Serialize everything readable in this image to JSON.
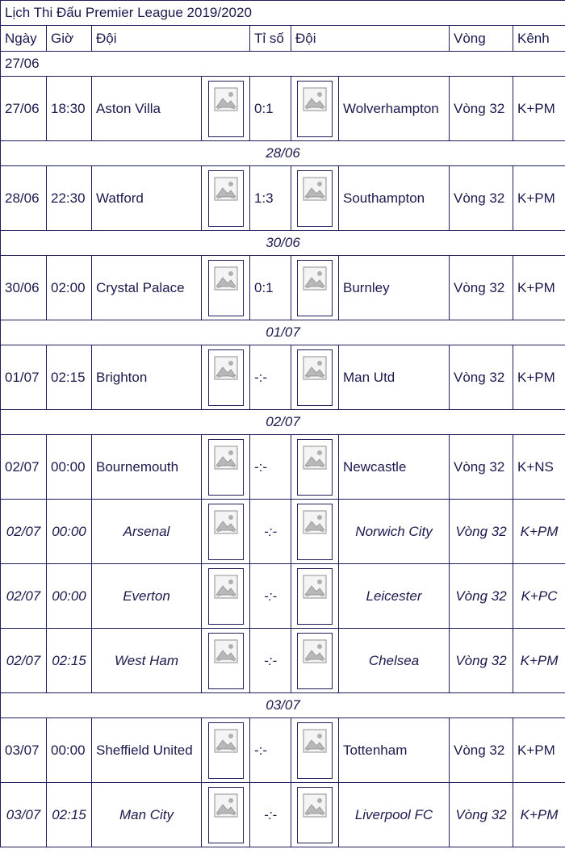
{
  "title": "Lịch Thi Đấu Premier League 2019/2020",
  "headers": {
    "date": "Ngày",
    "time": "Giờ",
    "home": "Đội",
    "score": "Tỉ số",
    "away": "Đội",
    "round": "Vòng",
    "channel": "Kênh"
  },
  "icons": {
    "logo": "image-placeholder-icon"
  },
  "groups": [
    {
      "label": "27/06",
      "matches": [
        {
          "date": "27/06",
          "time": "18:30",
          "home": "Aston Villa",
          "score": "0:1",
          "away": "Wolverhampton",
          "round": "Vòng 32",
          "channel": "K+PM",
          "italic": false
        }
      ]
    },
    {
      "label": "28/06",
      "matches": [
        {
          "date": "28/06",
          "time": "22:30",
          "home": "Watford",
          "score": "1:3",
          "away": "Southampton",
          "round": "Vòng 32",
          "channel": "K+PM",
          "italic": false
        }
      ]
    },
    {
      "label": "30/06",
      "matches": [
        {
          "date": "30/06",
          "time": "02:00",
          "home": "Crystal Palace",
          "score": "0:1",
          "away": "Burnley",
          "round": "Vòng 32",
          "channel": "K+PM",
          "italic": false
        }
      ]
    },
    {
      "label": "01/07",
      "matches": [
        {
          "date": "01/07",
          "time": "02:15",
          "home": "Brighton",
          "score": "-:-",
          "away": "Man Utd",
          "round": "Vòng 32",
          "channel": "K+PM",
          "italic": false
        }
      ]
    },
    {
      "label": "02/07",
      "matches": [
        {
          "date": "02/07",
          "time": "00:00",
          "home": "Bournemouth",
          "score": "-:-",
          "away": "Newcastle",
          "round": "Vòng 32",
          "channel": "K+NS",
          "italic": false
        },
        {
          "date": "02/07",
          "time": "00:00",
          "home": "Arsenal",
          "score": "-:-",
          "away": "Norwich City",
          "round": "Vòng 32",
          "channel": "K+PM",
          "italic": true
        },
        {
          "date": "02/07",
          "time": "00:00",
          "home": "Everton",
          "score": "-:-",
          "away": "Leicester",
          "round": "Vòng 32",
          "channel": "K+PC",
          "italic": true
        },
        {
          "date": "02/07",
          "time": "02:15",
          "home": "West Ham",
          "score": "-:-",
          "away": "Chelsea",
          "round": "Vòng 32",
          "channel": "K+PM",
          "italic": true
        }
      ]
    },
    {
      "label": "03/07",
      "matches": [
        {
          "date": "03/07",
          "time": "00:00",
          "home": "Sheffield United",
          "score": "-:-",
          "away": "Tottenham",
          "round": "Vòng 32",
          "channel": "K+PM",
          "italic": false
        },
        {
          "date": "03/07",
          "time": "02:15",
          "home": "Man City",
          "score": "-:-",
          "away": "Liverpool FC",
          "round": "Vòng 32",
          "channel": "K+PM",
          "italic": true
        }
      ]
    }
  ]
}
